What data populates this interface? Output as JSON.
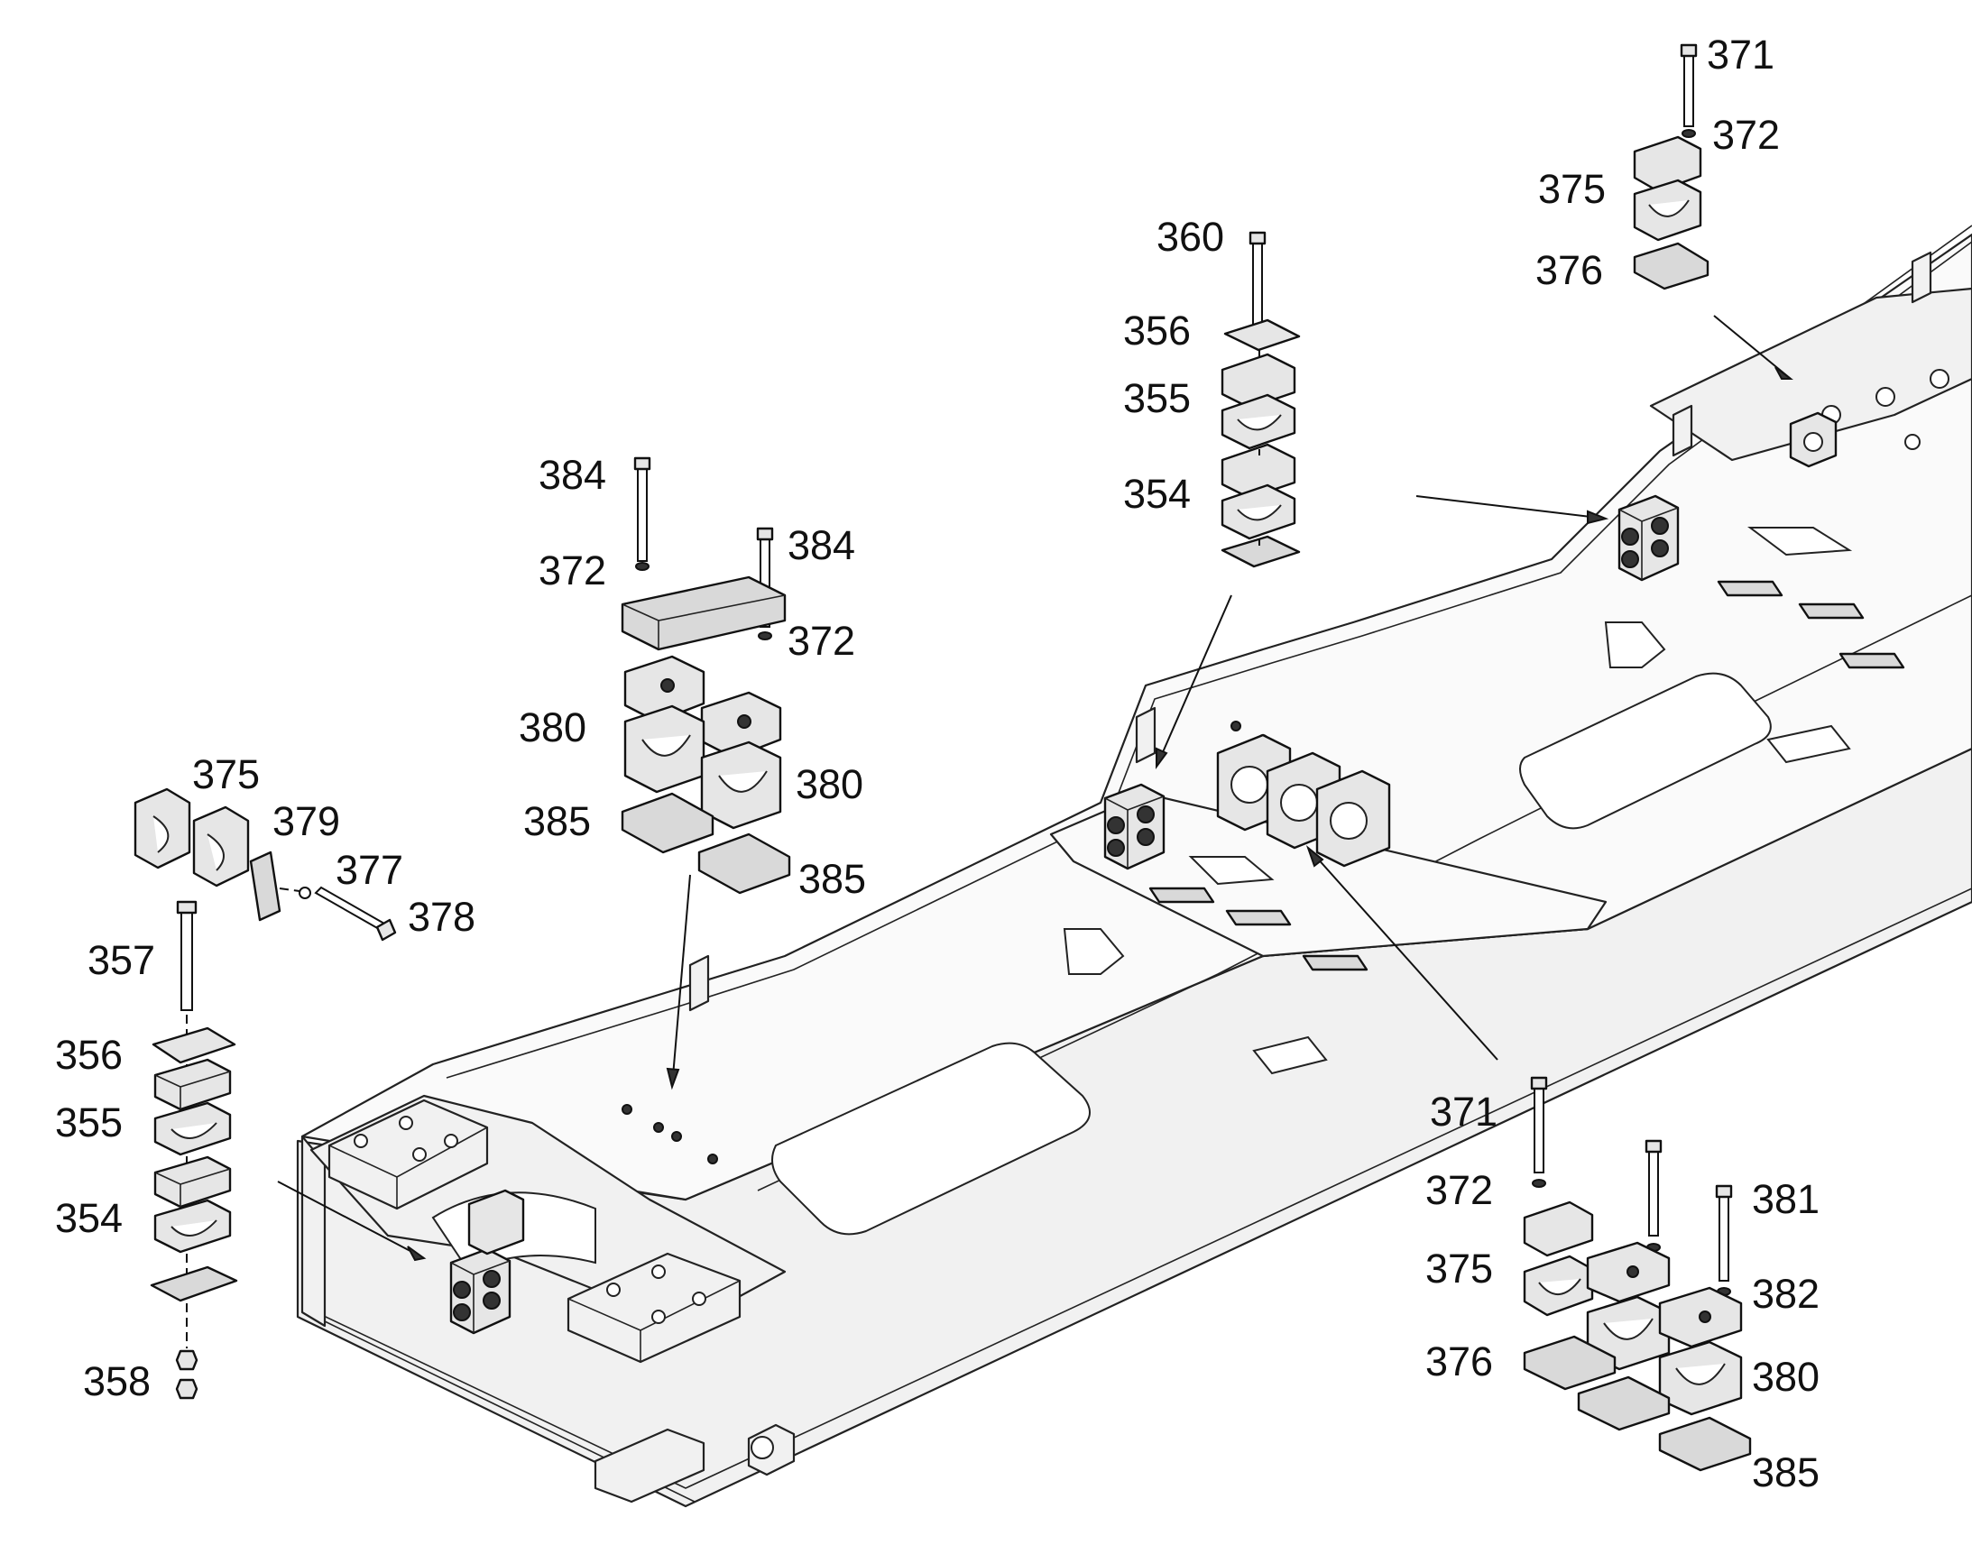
{
  "diagram": {
    "kind": "exploded parts view",
    "callouts": [
      {
        "id": "c-371-top",
        "text": "371"
      },
      {
        "id": "c-372-top",
        "text": "372"
      },
      {
        "id": "c-375-top",
        "text": "375"
      },
      {
        "id": "c-376-top",
        "text": "376"
      },
      {
        "id": "c-360",
        "text": "360"
      },
      {
        "id": "c-356-mid",
        "text": "356"
      },
      {
        "id": "c-355-mid",
        "text": "355"
      },
      {
        "id": "c-354-mid",
        "text": "354"
      },
      {
        "id": "c-384-a",
        "text": "384"
      },
      {
        "id": "c-384-b",
        "text": "384"
      },
      {
        "id": "c-372-a",
        "text": "372"
      },
      {
        "id": "c-372-b",
        "text": "372"
      },
      {
        "id": "c-380-a",
        "text": "380"
      },
      {
        "id": "c-380-b",
        "text": "380"
      },
      {
        "id": "c-385-a",
        "text": "385"
      },
      {
        "id": "c-385-b",
        "text": "385"
      },
      {
        "id": "c-375-left",
        "text": "375"
      },
      {
        "id": "c-379",
        "text": "379"
      },
      {
        "id": "c-377",
        "text": "377"
      },
      {
        "id": "c-378",
        "text": "378"
      },
      {
        "id": "c-357",
        "text": "357"
      },
      {
        "id": "c-356-left",
        "text": "356"
      },
      {
        "id": "c-355-left",
        "text": "355"
      },
      {
        "id": "c-354-left",
        "text": "354"
      },
      {
        "id": "c-358",
        "text": "358"
      },
      {
        "id": "c-371-br",
        "text": "371"
      },
      {
        "id": "c-372-br",
        "text": "372"
      },
      {
        "id": "c-375-br",
        "text": "375"
      },
      {
        "id": "c-376-br",
        "text": "376"
      },
      {
        "id": "c-381",
        "text": "381"
      },
      {
        "id": "c-382",
        "text": "382"
      },
      {
        "id": "c-380-br",
        "text": "380"
      },
      {
        "id": "c-385-br",
        "text": "385"
      }
    ]
  }
}
